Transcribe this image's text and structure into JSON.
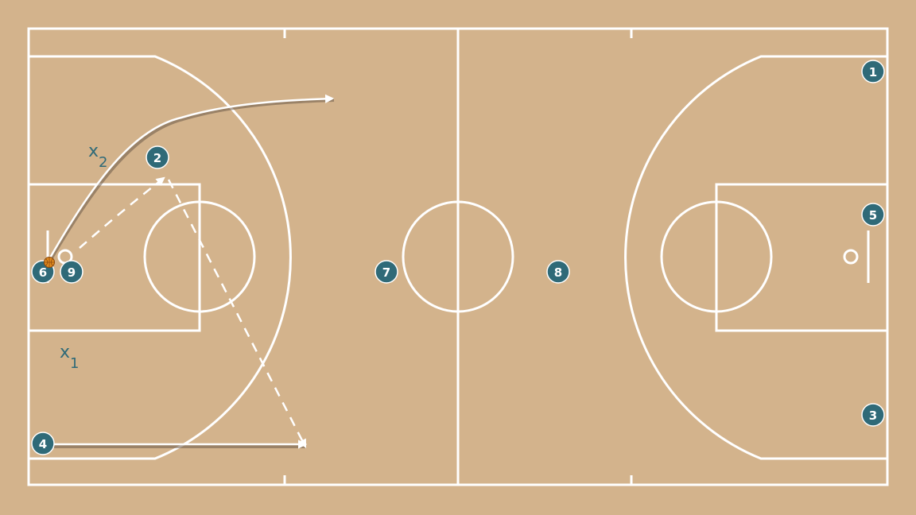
{
  "colors": {
    "court": "#d3b38c",
    "lines": "#ffffff",
    "player": "#2f6a78",
    "ball": "#e08a1e"
  },
  "players": [
    {
      "id": "p1",
      "number": "1"
    },
    {
      "id": "p2",
      "number": "2"
    },
    {
      "id": "p3",
      "number": "3"
    },
    {
      "id": "p4",
      "number": "4"
    },
    {
      "id": "p5",
      "number": "5"
    },
    {
      "id": "p6",
      "number": "6"
    },
    {
      "id": "p7",
      "number": "7"
    },
    {
      "id": "p8",
      "number": "8"
    },
    {
      "id": "p9",
      "number": "9"
    }
  ],
  "defenders": [
    {
      "id": "x1",
      "letter": "x",
      "sub": "1"
    },
    {
      "id": "x2",
      "letter": "x",
      "sub": "2"
    }
  ],
  "ball_holder": "6",
  "actions": [
    {
      "type": "cut",
      "player": "6",
      "description": "curl cut toward top of key"
    },
    {
      "type": "cut",
      "player": "4",
      "description": "baseline run toward wing"
    },
    {
      "type": "pass",
      "from": "9",
      "to": "2"
    },
    {
      "type": "pass",
      "from": "2",
      "to": "4"
    }
  ]
}
